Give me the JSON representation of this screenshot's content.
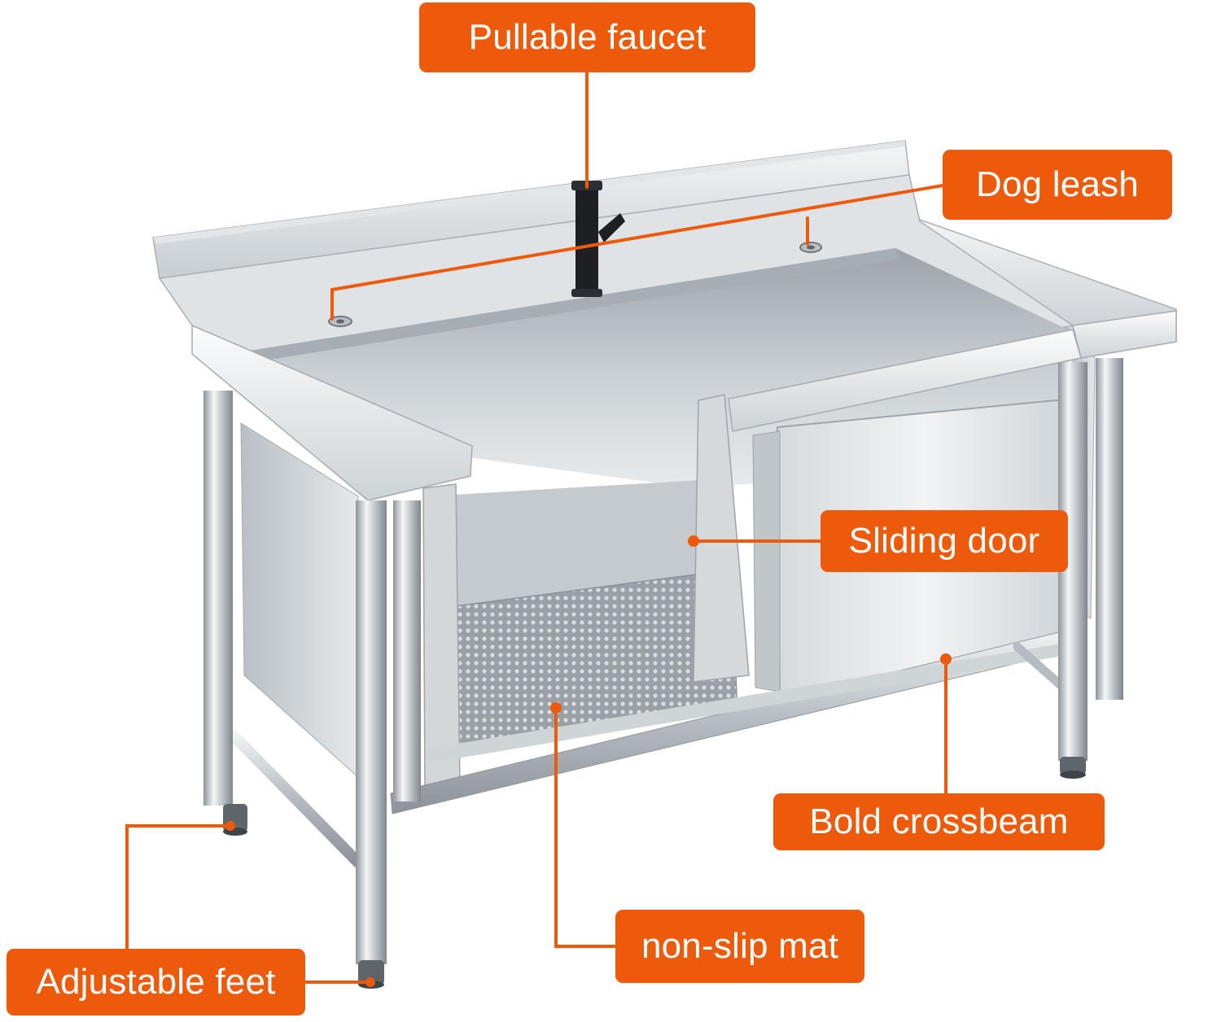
{
  "callouts": {
    "faucet": "Pullable faucet",
    "leash": "Dog leash",
    "door": "Sliding door",
    "beam": "Bold crossbeam",
    "mat": "non-slip mat",
    "feet": "Adjustable feet"
  },
  "colors": {
    "accent": "#ee5a0c",
    "callout_text": "#ffffff",
    "steel_light": "#eceff1",
    "steel_mid": "#c3c8cc",
    "steel_dark": "#8f969c",
    "faucet": "#1d1f22"
  },
  "icons": {
    "faucet": "faucet-icon",
    "leash_anchor": "leash-anchor-icon"
  }
}
